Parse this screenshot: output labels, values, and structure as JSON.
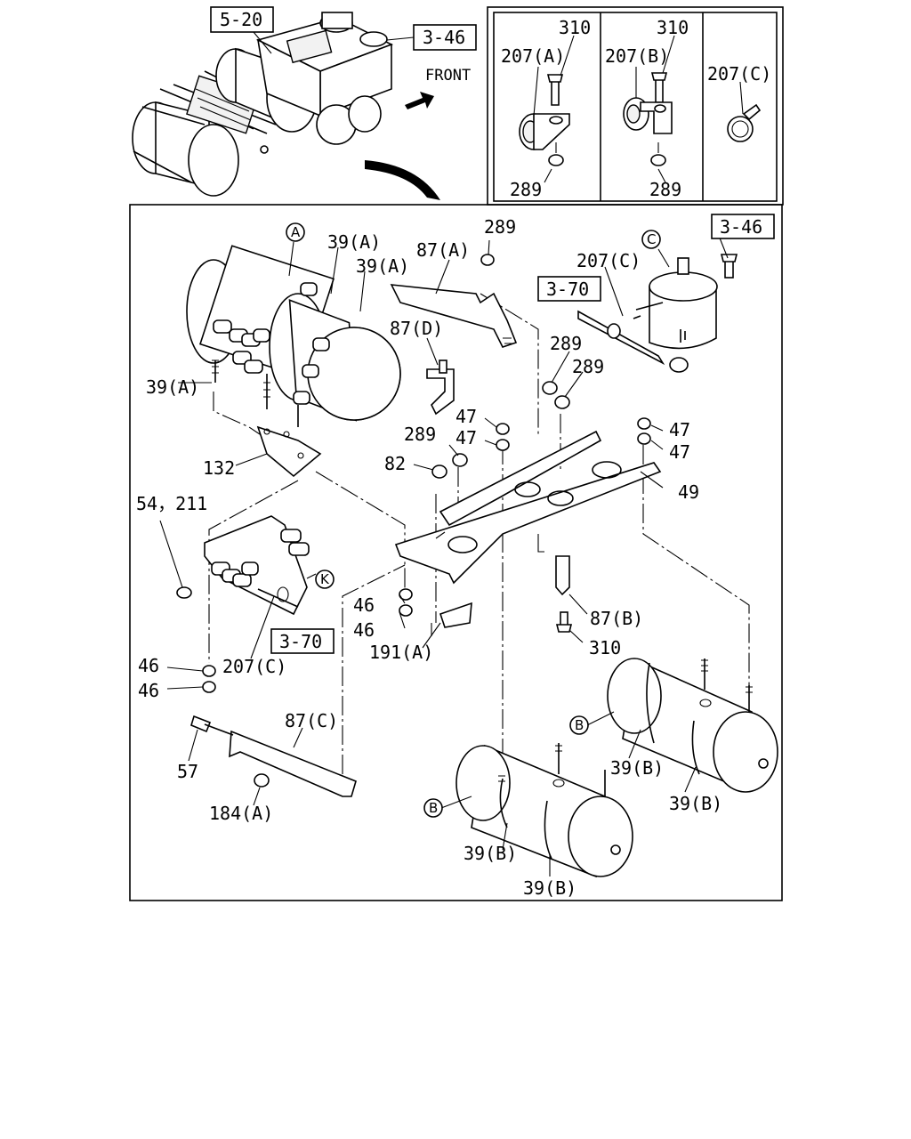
{
  "inset_top": {
    "ref_boxes": [
      "5-20",
      "3-46"
    ],
    "front_label": "FRONT"
  },
  "clamp_details": {
    "a": {
      "bolt": "310",
      "clamp": "207(A)",
      "nut": "289"
    },
    "b": {
      "bolt": "310",
      "clamp": "207(B)",
      "nut": "289"
    },
    "c": {
      "clamp": "207(C)"
    }
  },
  "main": {
    "circle_markers": {
      "a": "A",
      "b1": "B",
      "b2": "B",
      "c": "C",
      "k": "K"
    },
    "ref_boxes": {
      "r346": "3-46",
      "r370_top": "3-70",
      "r370_bottom": "3-70"
    },
    "labels": {
      "l39a_1": "39(A)",
      "l39a_2": "39(A)",
      "l39a_3": "39(A)",
      "l87a": "87(A)",
      "l289_1": "289",
      "l207c_1": "207(C)",
      "l87d": "87(D)",
      "l289_2": "289",
      "l289_3": "289",
      "l47_1": "47",
      "l47_2": "47",
      "l47_3": "47",
      "l47_4": "47",
      "l289_4": "289",
      "l82": "82",
      "l132": "132",
      "l49": "49",
      "l54211": "54，211",
      "l46_1": "46",
      "l46_2": "46",
      "l87b": "87(B)",
      "l310": "310",
      "l191a": "191(A)",
      "l207c_2": "207(C)",
      "l46_3": "46",
      "l46_4": "46",
      "l87c": "87(C)",
      "l57": "57",
      "l184a": "184(A)",
      "l39b_1": "39(B)",
      "l39b_2": "39(B)",
      "l39b_3": "39(B)",
      "l39b_4": "39(B)"
    }
  }
}
